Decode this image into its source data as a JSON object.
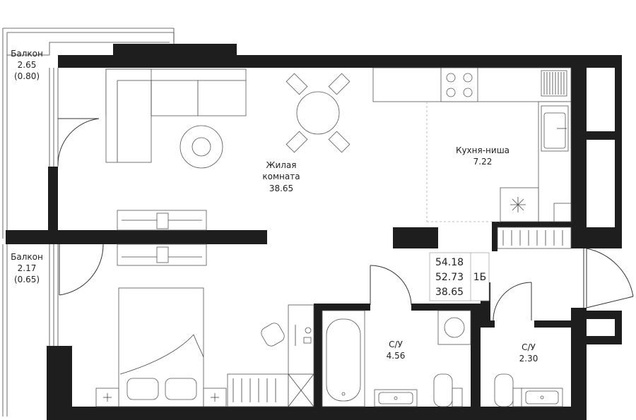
{
  "rooms": {
    "balcony_top": {
      "name": "Балкон",
      "area": "2.65",
      "sub_area": "(0.80)"
    },
    "balcony_bottom": {
      "name": "Балкон",
      "area": "2.17",
      "sub_area": "(0.65)"
    },
    "living": {
      "name_line1": "Жилая",
      "name_line2": "комната",
      "area": "38.65"
    },
    "kitchen": {
      "name": "Кухня-ниша",
      "area": "7.22"
    },
    "bath_big": {
      "name": "С/У",
      "area": "4.56"
    },
    "bath_small": {
      "name": "С/У",
      "area": "2.30"
    }
  },
  "summary": {
    "total_area": "54.18",
    "area_no_balcony": "52.73",
    "living_area": "38.65",
    "apartment_type": "1Б"
  },
  "colors": {
    "wall": "#1e1e1e",
    "line": "#444444",
    "background": "#ffffff"
  }
}
